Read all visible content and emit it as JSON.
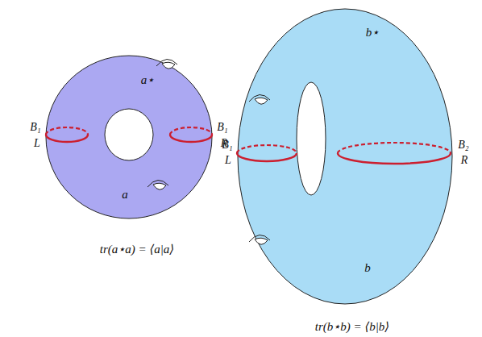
{
  "diagram": {
    "nodes": [
      {
        "text": [
          "a⋆",
          "a"
        ]
      },
      {
        "text": [
          "b⋆",
          "b"
        ]
      }
    ],
    "labels": [
      "B₁",
      "L",
      "B₁",
      "R",
      "tr(a⋆a) = ⟨a|a⟩",
      "B₁",
      "L",
      "B₂",
      "R",
      "tr(b⋆b) = ⟨b|b⟩"
    ]
  }
}
